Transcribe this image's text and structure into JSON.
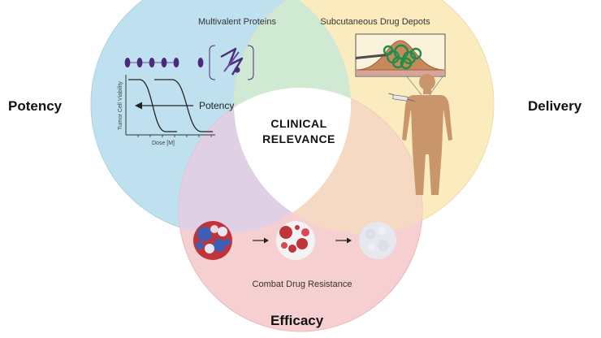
{
  "labels": {
    "potency": "Potency",
    "delivery": "Delivery",
    "efficacy": "Efficacy"
  },
  "circles": {
    "multivalent_title": "Multivalent Proteins",
    "depot_title": "Subcutaneous Drug Depots",
    "resistance_title": "Combat Drug Resistance"
  },
  "center": {
    "line1": "CLINICAL",
    "line2": "RELEVANCE"
  },
  "graph": {
    "ylabel": "Tumor Cell Viability",
    "xlabel": "Dose [M]",
    "arrow_label": "Potency"
  },
  "colors": {
    "blue_circle": "#bfe0ef",
    "yellow_circle": "#fbecc0",
    "pink_circle": "#f6cfd0",
    "overlap_green": "#cfe9d2",
    "overlap_purple": "#dfd0e6",
    "overlap_orange": "#f6d9c2",
    "protein_purple": "#4a2a7a",
    "body_tan": "#c9956a",
    "depot_green": "#1e8f4a"
  }
}
